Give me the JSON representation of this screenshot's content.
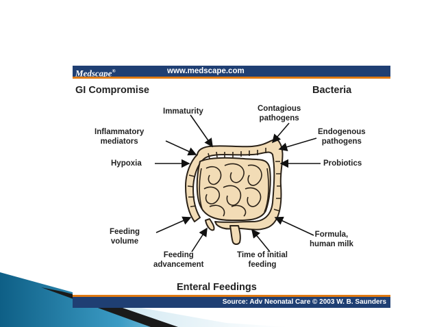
{
  "header": {
    "brand": "Medscape",
    "brand_mark": "®",
    "url": "www.medscape.com"
  },
  "headings": {
    "left": "GI Compromise",
    "right": "Bacteria",
    "bottom": "Enteral Feedings"
  },
  "labels": {
    "immaturity": [
      "Immaturity"
    ],
    "inflammatory_mediators": [
      "Inflammatory",
      "mediators"
    ],
    "hypoxia": [
      "Hypoxia"
    ],
    "contagious_pathogens": [
      "Contagious",
      "pathogens"
    ],
    "endogenous_pathogens": [
      "Endogenous",
      "pathogens"
    ],
    "probiotics": [
      "Probiotics"
    ],
    "feeding_volume": [
      "Feeding",
      "volume"
    ],
    "feeding_advancement": [
      "Feeding",
      "advancement"
    ],
    "time_of_initial_feeding": [
      "Time of initial",
      "feeding"
    ],
    "formula_human_milk": [
      "Formula,",
      "human milk"
    ]
  },
  "footer": {
    "source": "Source: Adv Neonatal Care © 2003 W. B. Saunders"
  },
  "colors": {
    "bar": "#1f3f73",
    "rule": "#e07a12",
    "intestine_fill": "#f2dcb6",
    "intestine_stroke": "#2a2117",
    "slide_accent": "#2b7fa6"
  }
}
